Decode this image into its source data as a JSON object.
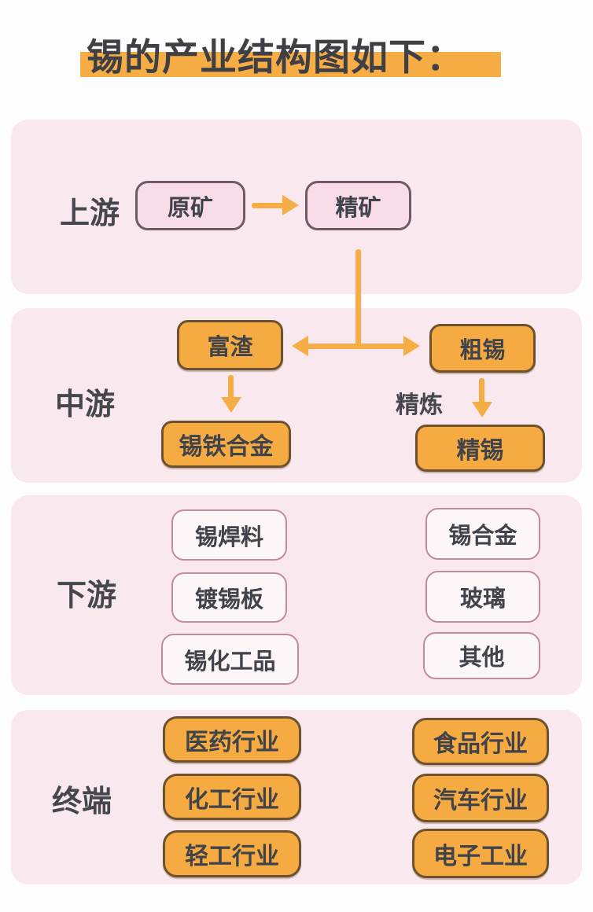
{
  "title": {
    "text": "锡的产业结构图如下："
  },
  "colors": {
    "accent": "#f7ad45",
    "card_bg": "#f9e8ee",
    "orange_fill": "#f5aa42",
    "orange_border": "#6e5230",
    "pink_fill": "#f8dce8",
    "pink_border": "#6f5b66",
    "light_fill": "#fdf6f9",
    "light_border": "#c08ba0",
    "text_dark": "#404349"
  },
  "sections": {
    "upstream": {
      "label": "上游",
      "raw_ore": "原矿",
      "concentrate": "精矿"
    },
    "midstream": {
      "label": "中游",
      "rich_slag": "富渣",
      "crude_tin": "粗锡",
      "refining": "精炼",
      "tin_iron_alloy": "锡铁合金",
      "refined_tin": "精锡"
    },
    "downstream": {
      "label": "下游",
      "left": [
        "锡焊料",
        "镀锡板",
        "锡化工品"
      ],
      "right": [
        "锡合金",
        "玻璃",
        "其他"
      ]
    },
    "terminal": {
      "label": "终端",
      "left": [
        "医药行业",
        "化工行业",
        "轻工行业"
      ],
      "right": [
        "食品行业",
        "汽车行业",
        "电子工业"
      ]
    }
  }
}
